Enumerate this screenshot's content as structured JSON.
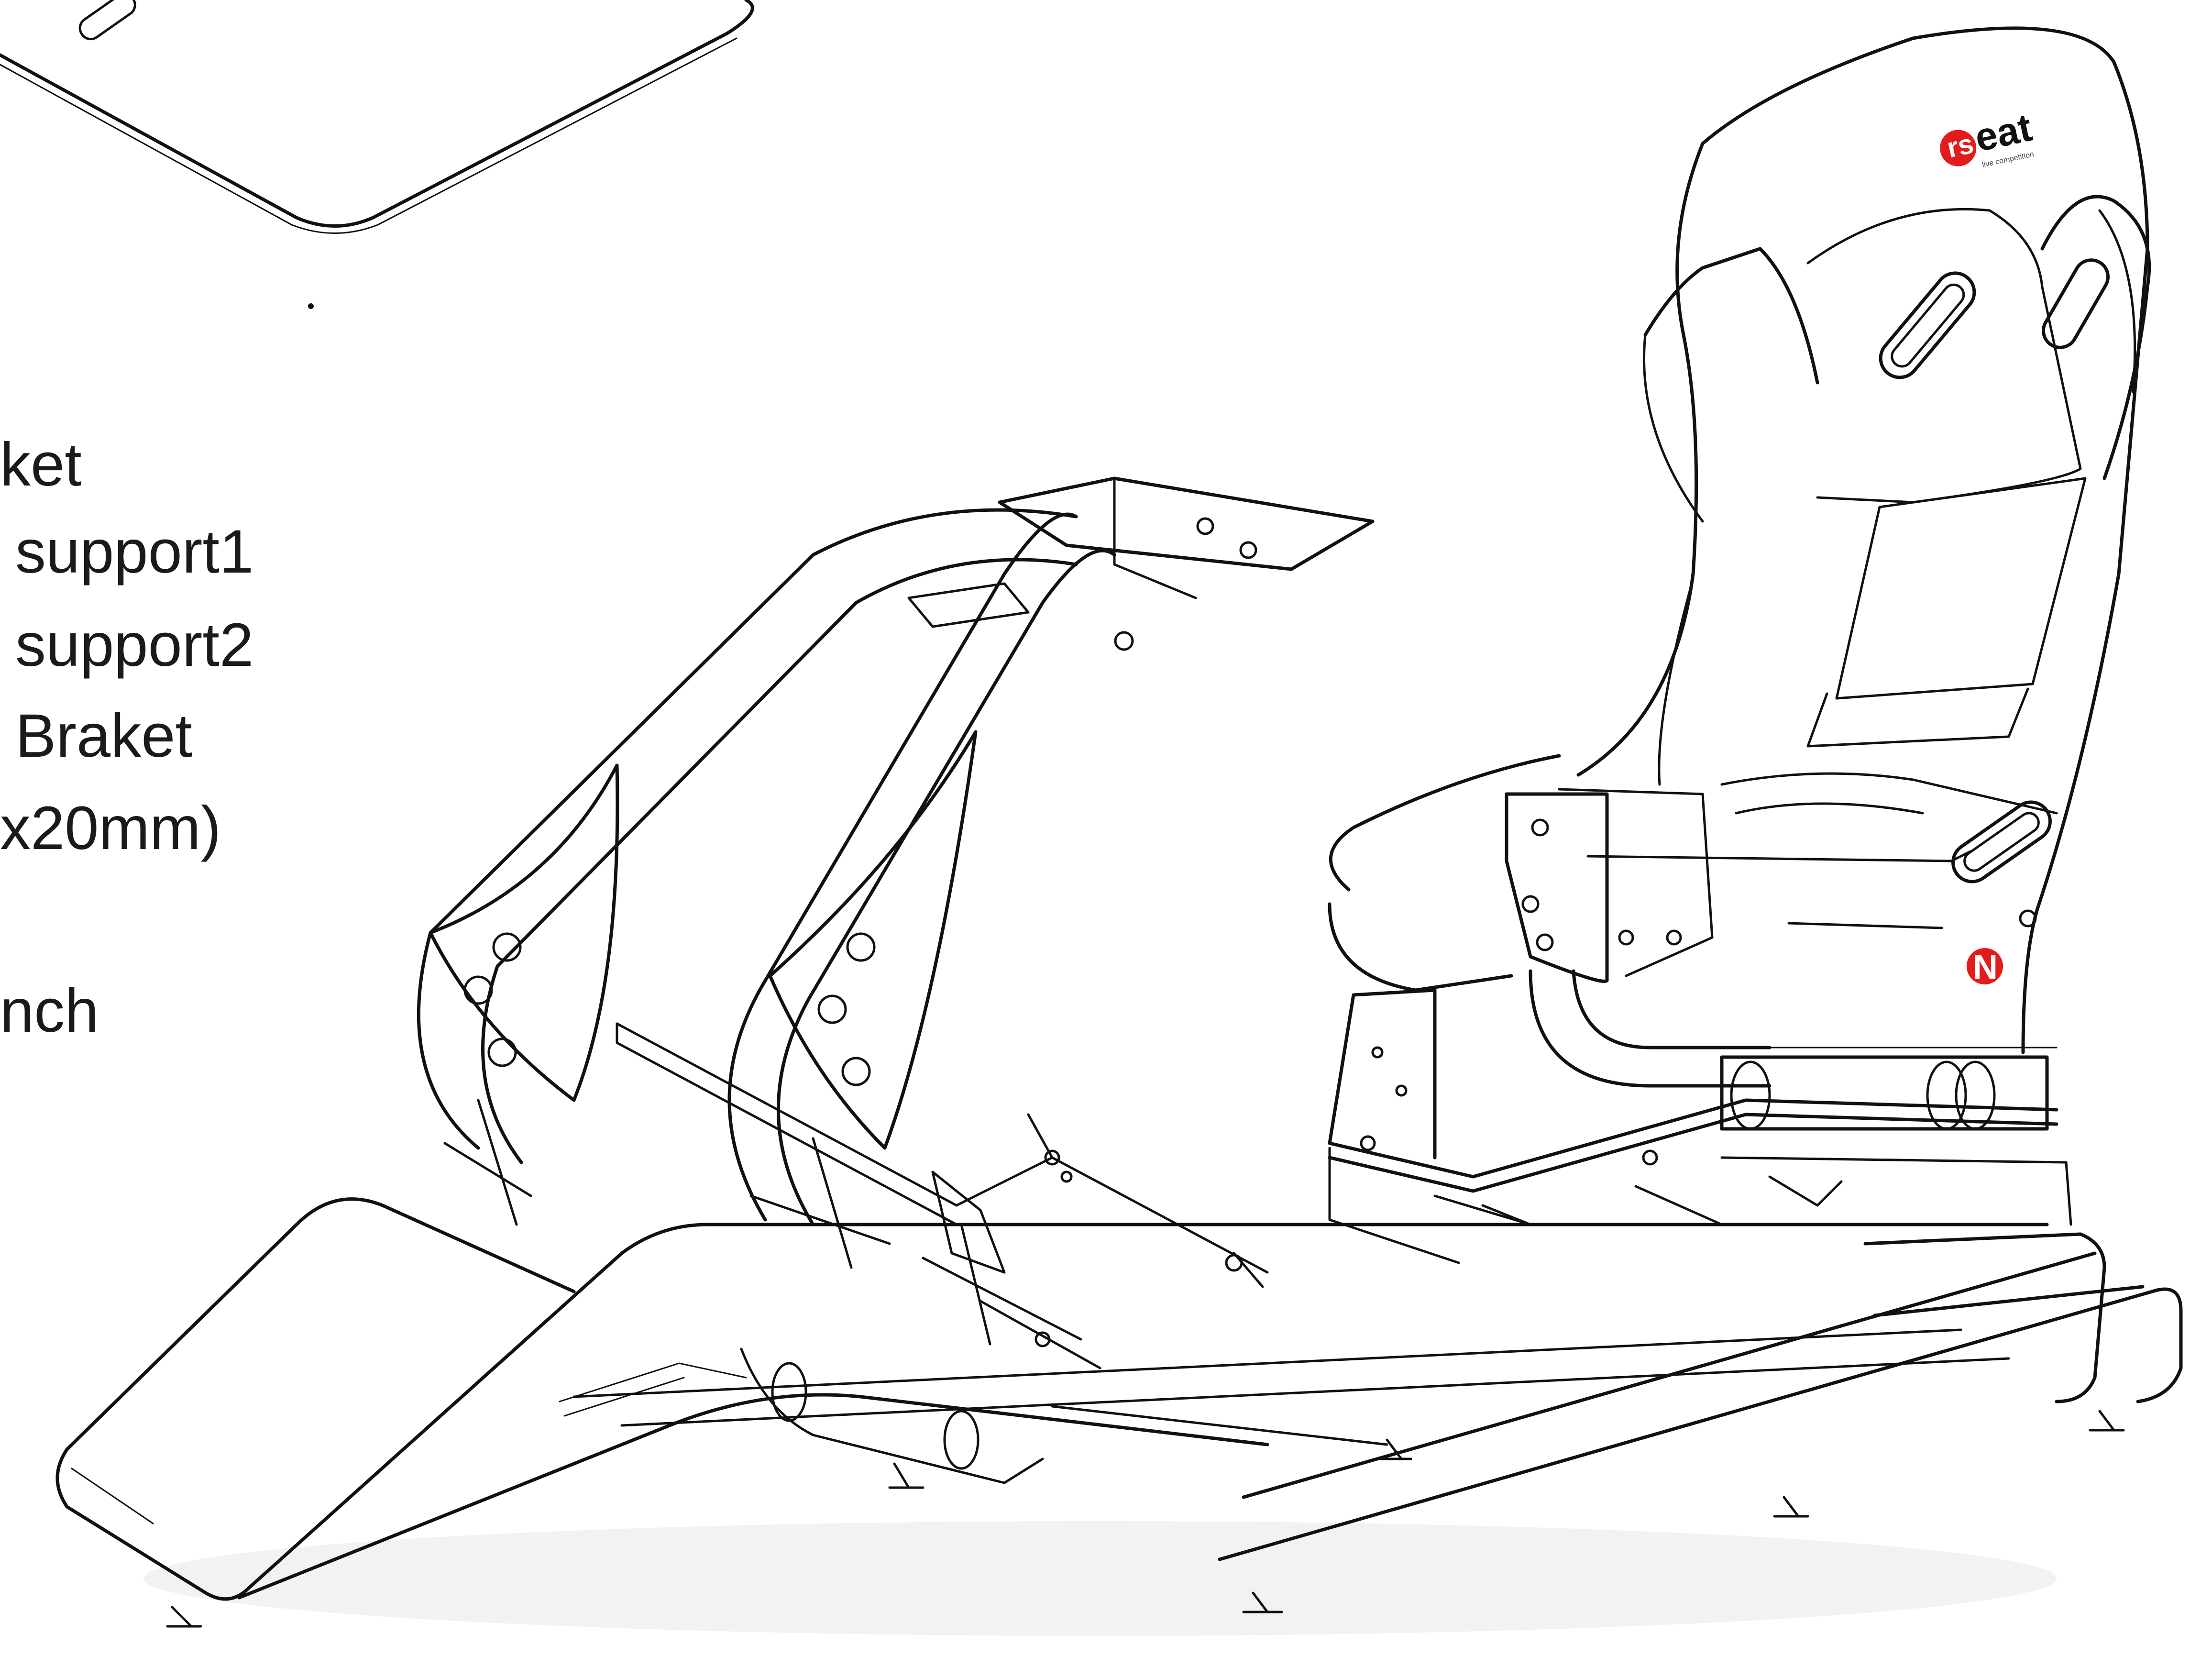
{
  "labels": [
    "ket",
    "support1",
    "support2",
    "Braket",
    "x20mm)",
    "nch"
  ],
  "logo": {
    "brand_text": "rseat",
    "tagline": "live competition",
    "accent_color": "#e31b1b"
  },
  "badge": {
    "letter": "N",
    "color": "#e31b1b"
  }
}
